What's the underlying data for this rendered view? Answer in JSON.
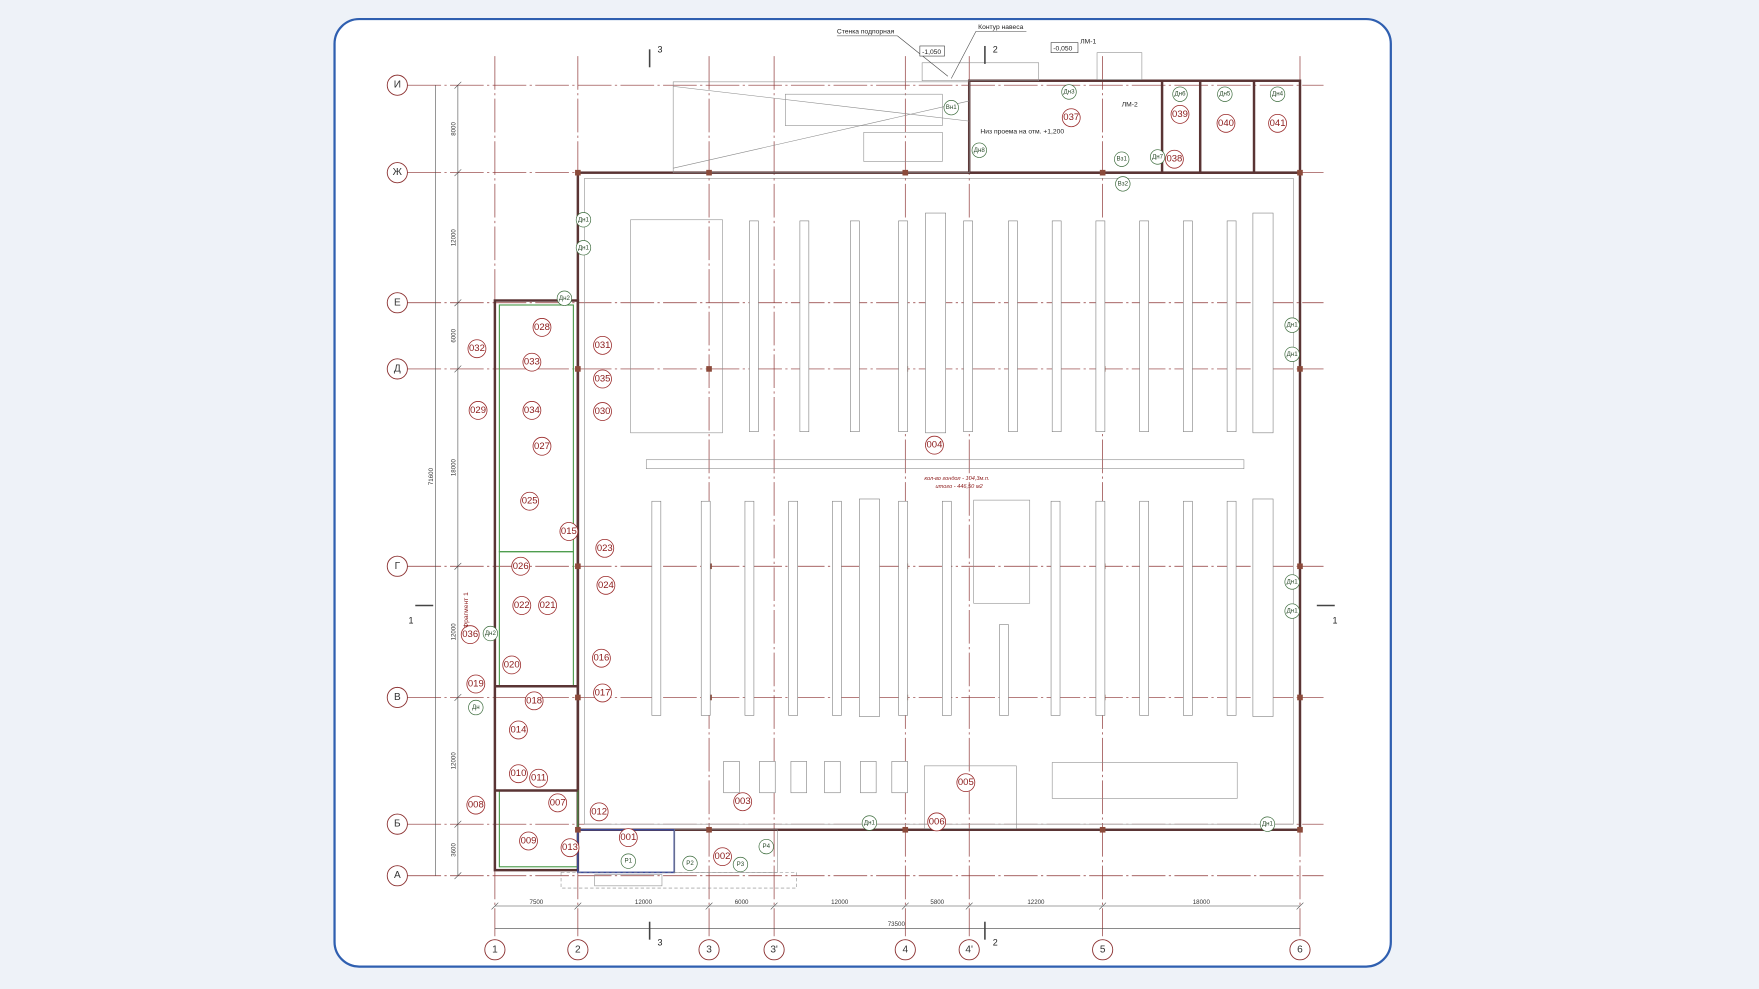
{
  "grid": {
    "columns": [
      "1",
      "2",
      "3",
      "3'",
      "4",
      "4'",
      "5",
      "6"
    ],
    "rows": [
      "И",
      "Ж",
      "Е",
      "Д",
      "Г",
      "В",
      "Б",
      "А"
    ]
  },
  "dimensions": {
    "horizontal": [
      "7500",
      "12000",
      "6000",
      "12000",
      "5800",
      "12200",
      "18000"
    ],
    "horizontal_total": "73500",
    "vertical": [
      "8000",
      "12000",
      "6000",
      "18000",
      "12000",
      "12000",
      "3600"
    ],
    "vertical_total": "71600"
  },
  "rooms": [
    "037",
    "039",
    "040",
    "041",
    "038",
    "004",
    "028",
    "032",
    "033",
    "031",
    "035",
    "029",
    "034",
    "030",
    "027",
    "025",
    "015",
    "023",
    "026",
    "024",
    "022",
    "021",
    "036",
    "016",
    "020",
    "017",
    "019",
    "018",
    "014",
    "010",
    "011",
    "008",
    "007",
    "012",
    "009",
    "013",
    "001",
    "002",
    "003",
    "005",
    "006"
  ],
  "door_tags": [
    "Дн3",
    "Дн6",
    "Дн5",
    "Дн4",
    "Вн1",
    "Дн8",
    "Вз1",
    "Вз2",
    "Дн7",
    "Дн1",
    "Дн1",
    "Дн2",
    "Дн1",
    "Дн1",
    "Дн1",
    "Дн1",
    "Дн1",
    "Дн1",
    "Дн",
    "Дн2",
    "Р1",
    "Р2",
    "Р3",
    "Р4"
  ],
  "annotations": {
    "retaining_wall": "Стенка подпорная",
    "canopy_outline": "Контур навеса",
    "level_1": "-1,050",
    "level_2": "-0,050",
    "stair_1": "ЛМ-1",
    "stair_2": "ЛМ-2",
    "opening_note": "Низ проема на отм. +1,200",
    "gondola_count": "кол-во гондол - 104,3м.п.",
    "gondola_area": "итого - 446,50 м2",
    "fragment": "Фрагмент 1"
  },
  "section_marks": {
    "s1": "1",
    "s2": "2",
    "s3": "3"
  },
  "colors": {
    "frame": "#2f5fb0",
    "grid": "#8b3030",
    "room_label": "#8b1a1a",
    "wall": "#5a3434"
  }
}
